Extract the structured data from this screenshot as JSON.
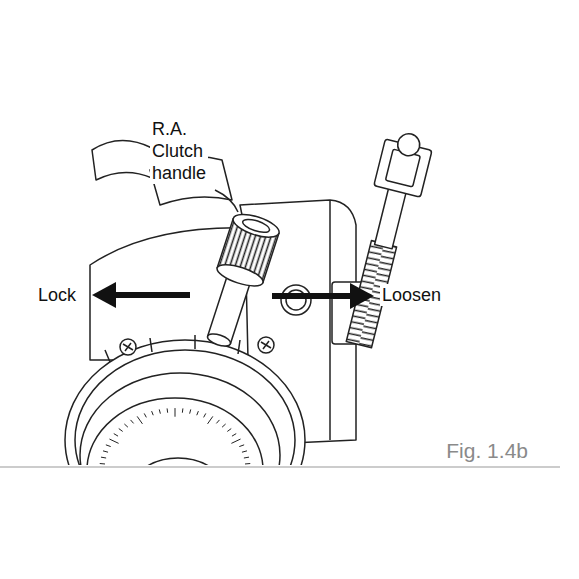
{
  "diagram": {
    "caption": "Fig. 1.4b",
    "labels": [
      "R.A. Clutch handle",
      "Lock",
      "Loosen"
    ]
  }
}
